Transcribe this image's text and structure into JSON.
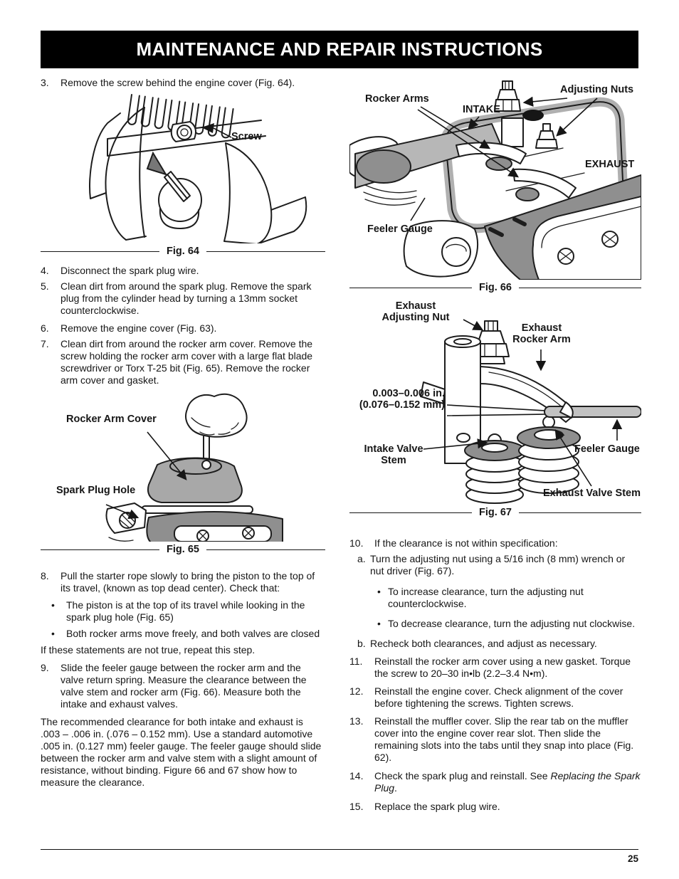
{
  "title": "MAINTENANCE AND REPAIR INSTRUCTIONS",
  "page_number": "25",
  "glyphs": {
    "bullet": "•"
  },
  "colors": {
    "title_bg": "#000000",
    "title_fg": "#ffffff",
    "text": "#161616",
    "line_art": "#1d1d1d",
    "gray_light": "#b7b7b7",
    "gray_mid": "#a8a8a8",
    "gray_dark": "#8f8f8f"
  },
  "left": {
    "step3": {
      "num": "3.",
      "text": "Remove the screw behind the engine cover (Fig. 64)."
    },
    "fig64": {
      "caption": "Fig. 64",
      "label_screw": "Screw"
    },
    "step4": {
      "num": "4.",
      "text": "Disconnect the spark plug wire."
    },
    "step5": {
      "num": "5.",
      "text": "Clean dirt from around the spark plug. Remove the spark plug from the cylinder head by turning a 13mm socket counterclockwise."
    },
    "step6": {
      "num": "6.",
      "text": "Remove the engine cover (Fig. 63)."
    },
    "step7": {
      "num": "7.",
      "text": "Clean dirt from around the rocker arm cover. Remove the screw holding the rocker arm cover with a large flat blade screwdriver or Torx T-25 bit (Fig. 65). Remove the rocker arm cover and gasket."
    },
    "fig65": {
      "caption": "Fig. 65",
      "label_rocker_arm_cover": "Rocker Arm Cover",
      "label_spark_plug_hole": "Spark Plug Hole"
    },
    "step8": {
      "num": "8.",
      "text": "Pull the starter rope slowly to bring the piston to the top of its travel, (known as top dead center). Check that:"
    },
    "step8_bullets": [
      "The piston is at the top of its travel while looking in the spark plug hole (Fig. 65)",
      "Both rocker arms move freely, and both valves are closed"
    ],
    "note": "If these statements are not true, repeat this step.",
    "step9": {
      "num": "9.",
      "text": "Slide the feeler gauge between the rocker arm and the valve return spring. Measure the clearance between the valve stem and rocker arm (Fig. 66). Measure both the intake and exhaust valves."
    },
    "paragraph": "The recommended clearance for both intake and exhaust is .003 – .006 in. (.076 – 0.152 mm). Use a standard automotive .005 in. (0.127 mm) feeler gauge. The feeler gauge should slide between the rocker arm and valve stem with a slight amount of resistance, without binding. Figure 66 and 67 show how to measure the clearance."
  },
  "right": {
    "fig66": {
      "caption": "Fig. 66",
      "label_rocker_arms": "Rocker Arms",
      "label_intake": "INTAKE",
      "label_adjusting_nuts": "Adjusting Nuts",
      "label_exhaust": "EXHAUST",
      "label_feeler_gauge": "Feeler Gauge"
    },
    "fig67": {
      "caption": "Fig. 67",
      "label_exhaust_adjusting_nut": "Exhaust\nAdjusting Nut",
      "label_exhaust_rocker_arm": "Exhaust\nRocker Arm",
      "label_clearance": "0.003–0.006 in.\n(0.076–0.152 mm)",
      "label_intake_valve_stem": "Intake Valve\nStem",
      "label_feeler_gauge": "Feeler Gauge",
      "label_exhaust_valve_stem": "Exhaust Valve Stem"
    },
    "step10": {
      "num": "10.",
      "text": "If the clearance is not within specification:"
    },
    "step10a": {
      "num": "a.",
      "text": "Turn the adjusting nut using a 5/16 inch (8 mm) wrench or nut driver (Fig. 67)."
    },
    "step10_bullets": [
      "To increase clearance, turn the adjusting nut counterclockwise.",
      "To decrease clearance, turn the adjusting nut clockwise."
    ],
    "step10b": {
      "num": "b.",
      "text": "Recheck both clearances, and adjust as necessary."
    },
    "step11": {
      "num": "11.",
      "text": "Reinstall the rocker arm cover using a new gasket. Torque the screw to 20–30 in•lb (2.2–3.4 N•m)."
    },
    "step12": {
      "num": "12.",
      "text": "Reinstall the engine cover. Check alignment of the cover before tightening the screws. Tighten screws."
    },
    "step13": {
      "num": "13.",
      "text": "Reinstall the muffler cover. Slip the rear tab on the muffler cover into the engine cover rear slot. Then slide the remaining slots into the tabs until they snap into place (Fig. 62)."
    },
    "step14": {
      "num": "14.",
      "text_before": "Check the spark plug and reinstall. See ",
      "text_italic": "Replacing the Spark Plug",
      "text_after": "."
    },
    "step15": {
      "num": "15.",
      "text": "Replace the spark plug wire."
    }
  }
}
